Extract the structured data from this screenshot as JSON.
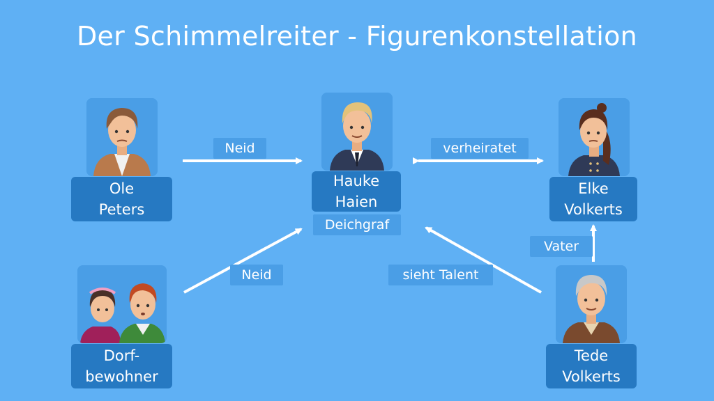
{
  "title": "Der Schimmelreiter - Figurenkonstellation",
  "colors": {
    "background": "#5fb0f4",
    "nameplate": "#2679c2",
    "label_bg": "#4a9ee6",
    "arrow": "#ffffff"
  },
  "characters": {
    "ole": {
      "line1": "Ole",
      "line2": "Peters",
      "icon": "man-portrait-icon"
    },
    "hauke": {
      "line1": "Hauke",
      "line2": "Haien",
      "role": "Deichgraf",
      "icon": "man-in-suit-portrait-icon"
    },
    "elke": {
      "line1": "Elke",
      "line2": "Volkerts",
      "icon": "woman-portrait-icon"
    },
    "dorf": {
      "line1": "Dorf-",
      "line2": "bewohner",
      "icon": "villagers-portrait-icon"
    },
    "tede": {
      "line1": "Tede",
      "line2": "Volkerts",
      "icon": "old-man-portrait-icon"
    }
  },
  "relations": [
    {
      "from": "Ole Peters",
      "to": "Hauke Haien",
      "label": "Neid"
    },
    {
      "from": "Hauke Haien",
      "to": "Elke Volkerts",
      "label": "verheiratet",
      "bidirectional": true
    },
    {
      "from": "Dorfbewohner",
      "to": "Hauke Haien",
      "label": "Neid"
    },
    {
      "from": "Tede Volkerts",
      "to": "Hauke Haien",
      "label": "sieht Talent"
    },
    {
      "from": "Tede Volkerts",
      "to": "Elke Volkerts",
      "label": "Vater"
    }
  ]
}
